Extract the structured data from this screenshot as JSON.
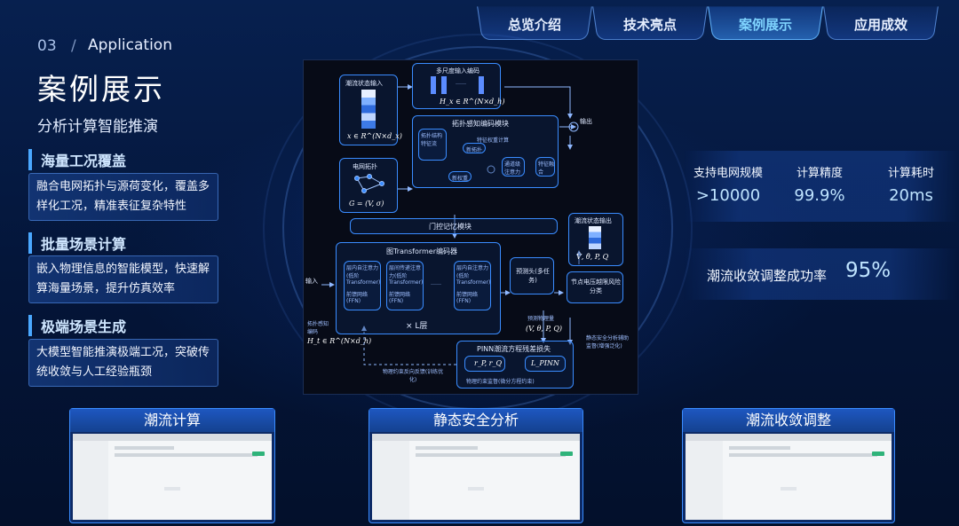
{
  "nav": {
    "tabs": [
      "总览介绍",
      "技术亮点",
      "案例展示",
      "应用成效"
    ],
    "active": 2
  },
  "section": {
    "number": "03",
    "slash": "/",
    "name": "Application"
  },
  "page_title": "案例展示",
  "subtitle": "分析计算智能推演",
  "features": [
    {
      "title": "海量工况覆盖",
      "desc": "融合电网拓扑与源荷变化，覆盖多样化工况，精准表征复杂特性"
    },
    {
      "title": "批量场景计算",
      "desc": "嵌入物理信息的智能模型，快速解算海量场景，提升仿真效率"
    },
    {
      "title": "极端场景生成",
      "desc": "大模型智能推演极端工况，突破传统收敛与人工经验瓶颈"
    }
  ],
  "diagram": {
    "flow_input": "潮流状态输入",
    "flow_input_math": "x ∈ R^(N×d_x)",
    "multiscale": "多尺度输入编码",
    "multiscale_math": "H_x ∈ R^(N×d_h)",
    "topo_module": "拓扑感知编码模块",
    "topo_feat": "拓扑结构特征流",
    "feat_calc": "特征权重计算",
    "new_topo": "新拓扑",
    "new_weight": "新权重",
    "channel_attn": "通道级注意力",
    "feat_fuse": "特征融合",
    "output": "输出",
    "grid_topo": "电网拓扑",
    "grid_topo_math": "G = (V, σ)",
    "gate": "门控记忆模块",
    "encoder": "图Transformer编码器",
    "attn1": "层内自注意力(低阶Transformer)",
    "attn2": "层间传递注意力(低阶Transformer)",
    "attn3": "层内自注意力(低阶Transformer)",
    "ffn": "前馈网络(FFN)",
    "dots": "……",
    "layers": "× L层",
    "input": "输入",
    "topo_code": "拓扑感知编码",
    "topo_code_math": "H_t ∈ R^(N×d_h)",
    "pred_head": "预测头(多任务)",
    "state_out": "潮流状态输出",
    "state_out_math": "V̂, θ̂, P, Q",
    "node_risk": "节点电压越限风险分类",
    "pred_phys": "预测物理量",
    "pred_phys_math": "(V, θ, P, Q)",
    "static_assist": "静态安全分析辅助监督(增强泛化)",
    "pinn": "PINN潮流方程残差损失",
    "pinn_r": "r_P, r_Q",
    "pinn_l": "L_PINN",
    "phys_constraint": "物理约束监督(微分方程约束)",
    "feedback": "物理约束反向反馈(训练优化)"
  },
  "metrics": [
    {
      "label": "支持电网规模",
      "value": ">10000"
    },
    {
      "label": "计算精度",
      "value": "99.9%"
    },
    {
      "label": "计算耗时",
      "value": "20ms"
    }
  ],
  "convergence": {
    "label": "潮流收敛调整成功率",
    "value": "95%"
  },
  "cards": [
    {
      "title": "潮流计算"
    },
    {
      "title": "静态安全分析"
    },
    {
      "title": "潮流收敛调整"
    }
  ]
}
